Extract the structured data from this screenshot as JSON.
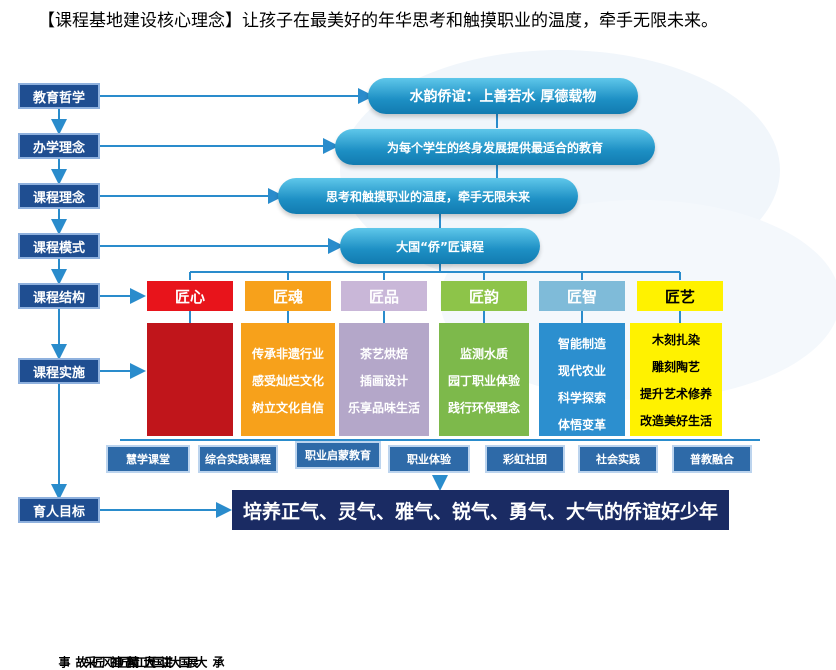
{
  "heading": "【课程基地建设核心理念】让孩子在最美好的年华思考和触摸职业的温度，牵手无限未来。",
  "labels": [
    "教育哲学",
    "办学理念",
    "课程理念",
    "课程模式",
    "课程结构",
    "课程实施",
    "育人目标"
  ],
  "pills": {
    "philosophy": "水韵侨谊：上善若水 厚德载物",
    "school": "为每个学生的终身发展提供最适合的教育",
    "course": "思考和触摸职业的温度，牵手无限未来",
    "model": "大国“侨”匠课程"
  },
  "categories": [
    {
      "name": "匠心",
      "bg": "#e8141b",
      "fg": "#ffffff"
    },
    {
      "name": "匠魂",
      "bg": "#f7a11b",
      "fg": "#ffffff"
    },
    {
      "name": "匠品",
      "bg": "#c9b7d8",
      "fg": "#ffffff"
    },
    {
      "name": "匠韵",
      "bg": "#8dc449",
      "fg": "#ffffff"
    },
    {
      "name": "匠智",
      "bg": "#7fbbd9",
      "fg": "#ffffff"
    },
    {
      "name": "匠艺",
      "bg": "#fff200",
      "fg": "#000000"
    }
  ],
  "xin_columns": [
    "承大国工匠精神",
    "展大国工匠风采",
    "讲大国工匠故事"
  ],
  "columns": {
    "hun": {
      "bg": "#f7a11b",
      "fg": "#ffffff",
      "items": [
        "传承非遗行业",
        "感受灿烂文化",
        "树立文化自信"
      ]
    },
    "pin": {
      "bg": "#b4a7c9",
      "fg": "#ffffff",
      "items": [
        "茶艺烘焙",
        "插画设计",
        "乐享品味生活"
      ]
    },
    "yun": {
      "bg": "#7db94b",
      "fg": "#ffffff",
      "items": [
        "监测水质",
        "园丁职业体验",
        "践行环保理念"
      ]
    },
    "zhi": {
      "bg": "#2c8fcf",
      "fg": "#ffffff",
      "items": [
        "智能制造",
        "现代农业",
        "科学探索",
        "体悟变革"
      ]
    },
    "yi": {
      "bg": "#fff200",
      "fg": "#000000",
      "items": [
        "木刻扎染",
        "雕刻陶艺",
        "提升艺术修养",
        "改造美好生活"
      ]
    }
  },
  "xin_bg": "#c0151b",
  "bottom_boxes": [
    "慧学课堂",
    "综合实践课程",
    "职业启蒙教育",
    "职业体验",
    "彩虹社团",
    "社会实践",
    "普教融合"
  ],
  "goal": "培养正气、灵气、雅气、锐气、勇气、大气的侨谊好少年",
  "colors": {
    "label_bg": "#1f4e91",
    "arrow": "#2a8ccc",
    "goal_bg": "#1a2b63"
  }
}
